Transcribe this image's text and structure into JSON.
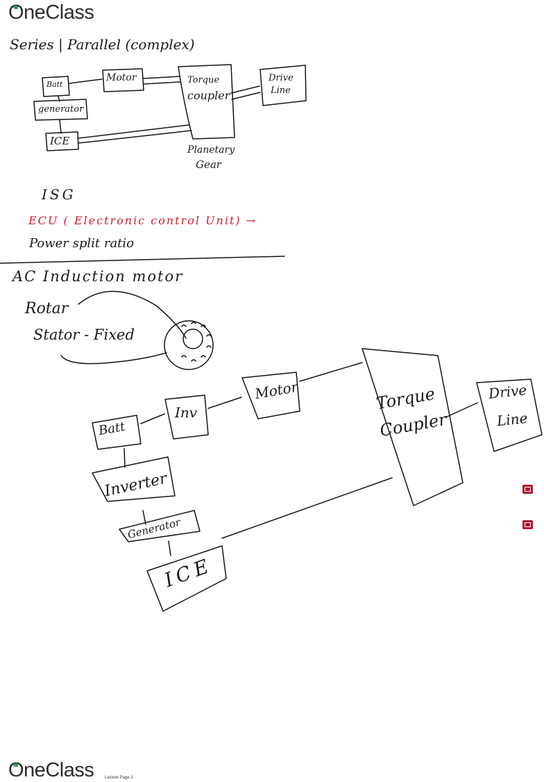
{
  "brand": {
    "name": "OneClass",
    "accent": "#2e9e4f"
  },
  "notes": {
    "heading_top": "Series | Parallel (complex)",
    "diagram_top": {
      "batt": "Batt",
      "generator": "generator",
      "ice": "ICE",
      "motor": "Motor",
      "torque_coupler_line1": "Torque",
      "torque_coupler_line2": "coupler",
      "drive_line1": "Drive",
      "drive_line2": "Line",
      "planetary_line1": "Planetary",
      "planetary_line2": "Gear"
    },
    "isg": "ISG",
    "ecu": "ECU ( Electronic control Unit) →",
    "ecu_color": "#d41c2a",
    "power_split": "Power split ratio",
    "heading_ac": "AC Induction motor",
    "rotor": "Rotar",
    "stator": "Stator - Fixed",
    "diagram_bottom": {
      "batt": "Batt",
      "inv": "Inv",
      "motor": "Motor",
      "inverter": "Inverter",
      "generator": "Generator",
      "ice": "ICE",
      "torque_line1": "Torque",
      "torque_line2": "Coupler",
      "drive_line1": "Drive",
      "drive_line2": "Line"
    }
  },
  "footer": {
    "page_label": "Lecture Page 2"
  },
  "icons": [
    "camera-icon",
    "camera-icon"
  ]
}
